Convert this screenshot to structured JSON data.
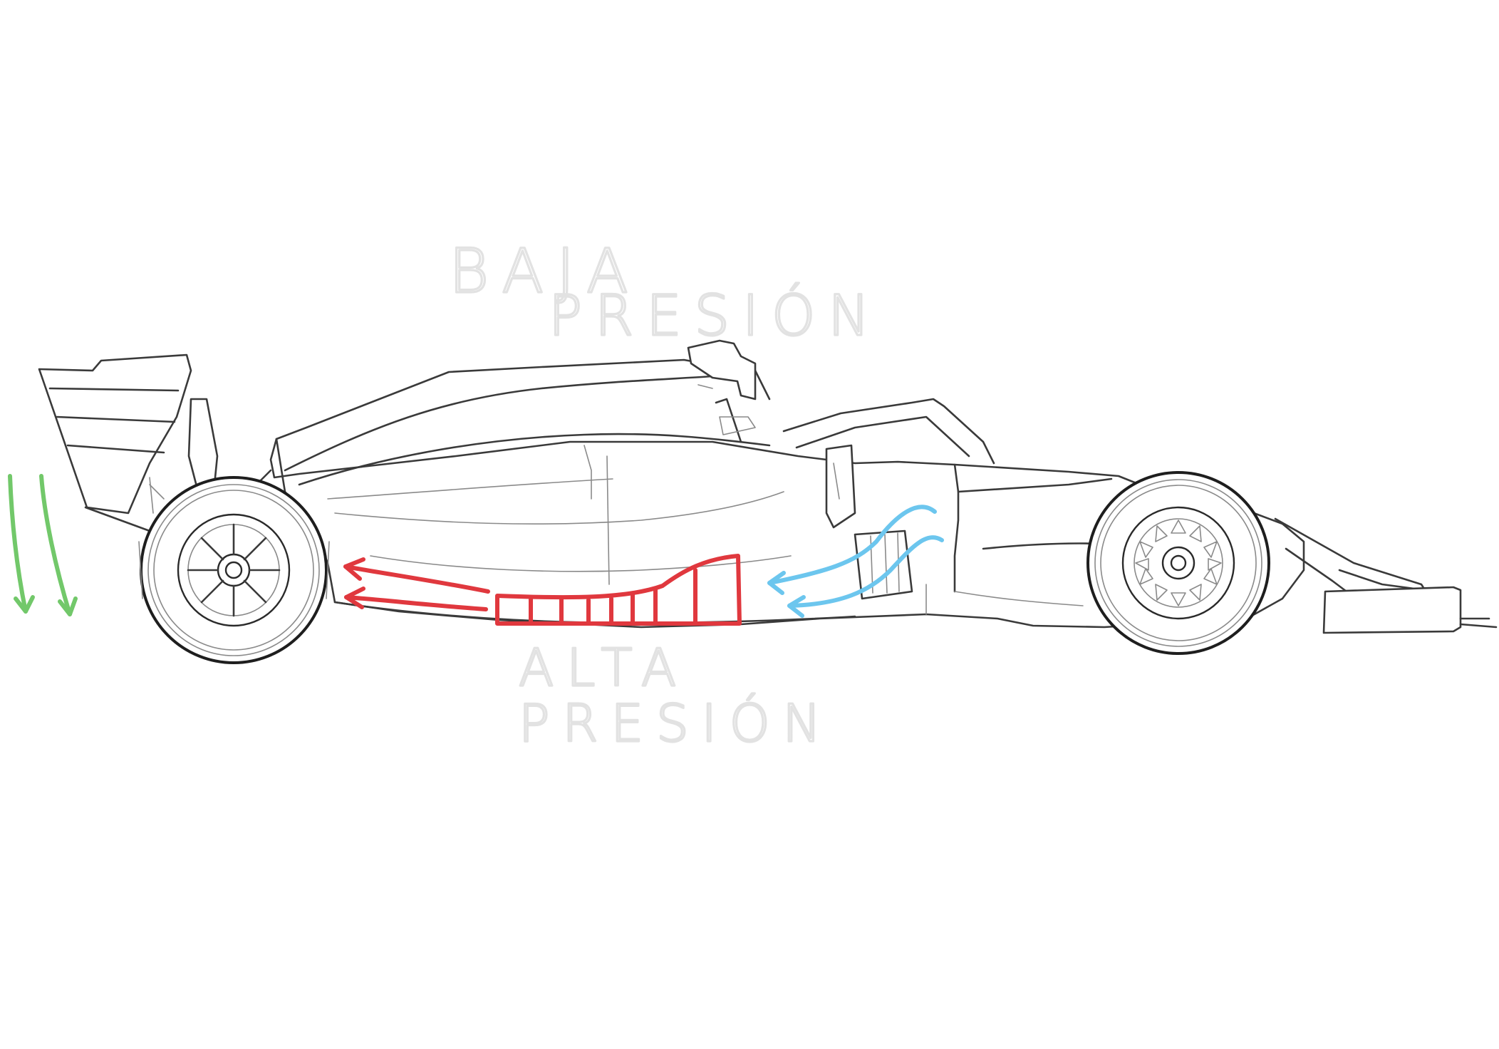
{
  "labels": {
    "low_pressure": [
      "BAJA",
      "PRESIÓN"
    ],
    "high_pressure": [
      "ALTA",
      "PRESIÓN"
    ]
  },
  "colors": {
    "background": "#ffffff",
    "car_outline": "#3a3a3a",
    "underfloor_flow": "#e0383e",
    "incoming_air": "#6cc6ee",
    "downforce": "#72c86a",
    "label_text": "#e2e2e2"
  },
  "annotations": {
    "downforce_arrows": 2,
    "incoming_air_arrows": 2,
    "outgoing_flow_arrows": 2
  }
}
